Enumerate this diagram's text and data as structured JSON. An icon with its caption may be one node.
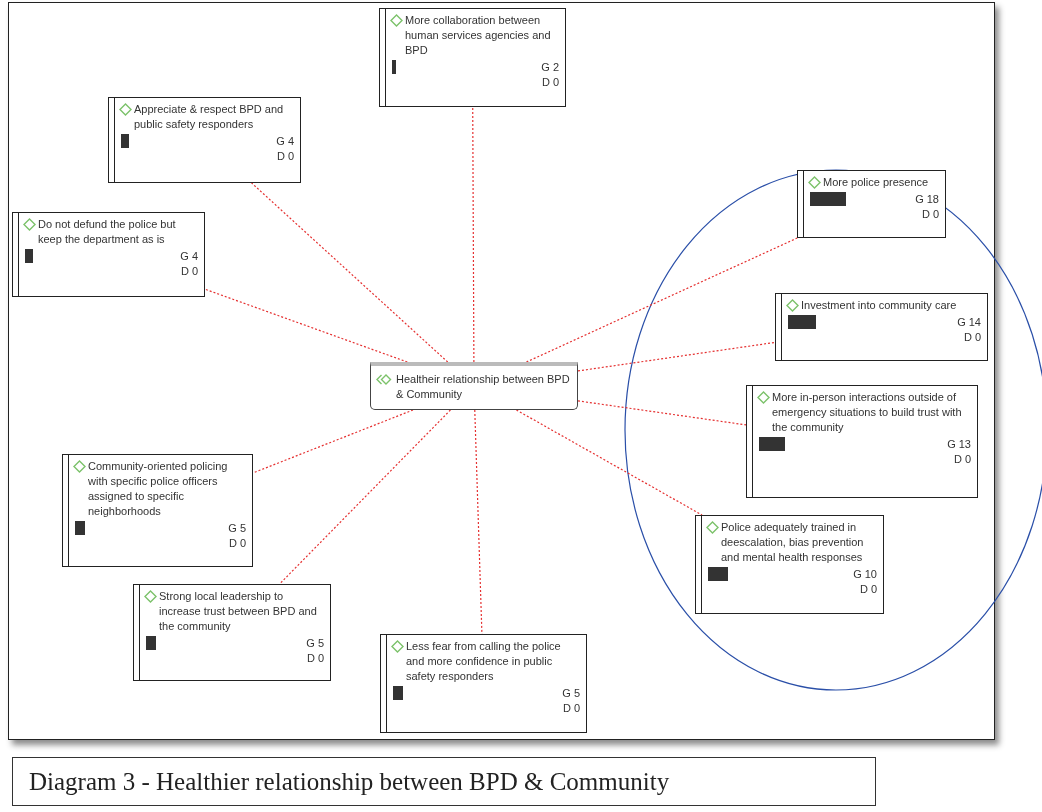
{
  "diagram": {
    "caption": "Diagram 3 - Healthier relationship between BPD & Community",
    "nodes": [
      {
        "text": [
          "Healtheir relationship between BPD & Community"
        ]
      },
      {
        "text": [
          "More collaboration between human services agencies and BPD",
          "G 2",
          "D 0"
        ]
      },
      {
        "text": [
          "Appreciate & respect BPD and public safety responders",
          "G 4",
          "D 0"
        ]
      },
      {
        "text": [
          "Do not defund the police but keep the department as is",
          "G 4",
          "D 0"
        ]
      },
      {
        "text": [
          "More police presence",
          "G 18",
          "D 0"
        ]
      },
      {
        "text": [
          "Investment into community care",
          "G 14",
          "D 0"
        ]
      },
      {
        "text": [
          "More in-person interactions outside of emergency situations to build trust with the community",
          "G 13",
          "D 0"
        ]
      },
      {
        "text": [
          "Community-oriented policing with specific police officers assigned to specific neighborhoods",
          "G 5",
          "D 0"
        ]
      },
      {
        "text": [
          "Police adequately trained in deescalation, bias prevention and mental health responses",
          "G 10",
          "D 0"
        ]
      },
      {
        "text": [
          "Strong local leadership to increase trust between BPD and the community",
          "G 5",
          "D 0"
        ]
      },
      {
        "text": [
          "Less fear from calling the police and more confidence in public safety responders",
          "G 5",
          "D 0"
        ]
      }
    ],
    "edges": [
      {
        "from": 0,
        "to": 1,
        "arrow": "none"
      },
      {
        "from": 0,
        "to": 2,
        "arrow": "none"
      },
      {
        "from": 0,
        "to": 3,
        "arrow": "none"
      },
      {
        "from": 0,
        "to": 4,
        "arrow": "none"
      },
      {
        "from": 0,
        "to": 5,
        "arrow": "none"
      },
      {
        "from": 0,
        "to": 6,
        "arrow": "none"
      },
      {
        "from": 0,
        "to": 7,
        "arrow": "none"
      },
      {
        "from": 0,
        "to": 8,
        "arrow": "none"
      },
      {
        "from": 0,
        "to": 9,
        "arrow": "none"
      },
      {
        "from": 0,
        "to": 10,
        "arrow": "none"
      }
    ]
  }
}
